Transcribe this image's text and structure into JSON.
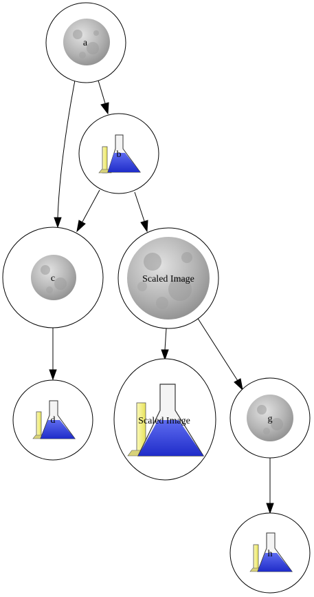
{
  "colors": {
    "background": "#ffffff",
    "stroke": "#000000",
    "flask_liquid": "#2f3fe0",
    "flask_glass": "#f4f4f4",
    "tube_yellow": "#f3ef78",
    "moon_gray": "#a9a9a9"
  },
  "nodes": [
    {
      "id": "a",
      "label": "a",
      "icon": "moon-icon"
    },
    {
      "id": "b",
      "label": "b",
      "icon": "flask-icon"
    },
    {
      "id": "c",
      "label": "c",
      "icon": "moon-icon"
    },
    {
      "id": "e",
      "label": "Scaled Image",
      "icon": "moon-icon"
    },
    {
      "id": "d",
      "label": "d",
      "icon": "flask-icon"
    },
    {
      "id": "f",
      "label": "Scaled Image",
      "icon": "flask-icon"
    },
    {
      "id": "g",
      "label": "g",
      "icon": "moon-icon"
    },
    {
      "id": "h",
      "label": "h",
      "icon": "flask-icon"
    }
  ],
  "edges": [
    {
      "from": "a",
      "to": "b"
    },
    {
      "from": "a",
      "to": "c"
    },
    {
      "from": "b",
      "to": "c"
    },
    {
      "from": "b",
      "to": "e"
    },
    {
      "from": "c",
      "to": "d"
    },
    {
      "from": "e",
      "to": "f"
    },
    {
      "from": "e",
      "to": "g"
    },
    {
      "from": "g",
      "to": "h"
    }
  ]
}
